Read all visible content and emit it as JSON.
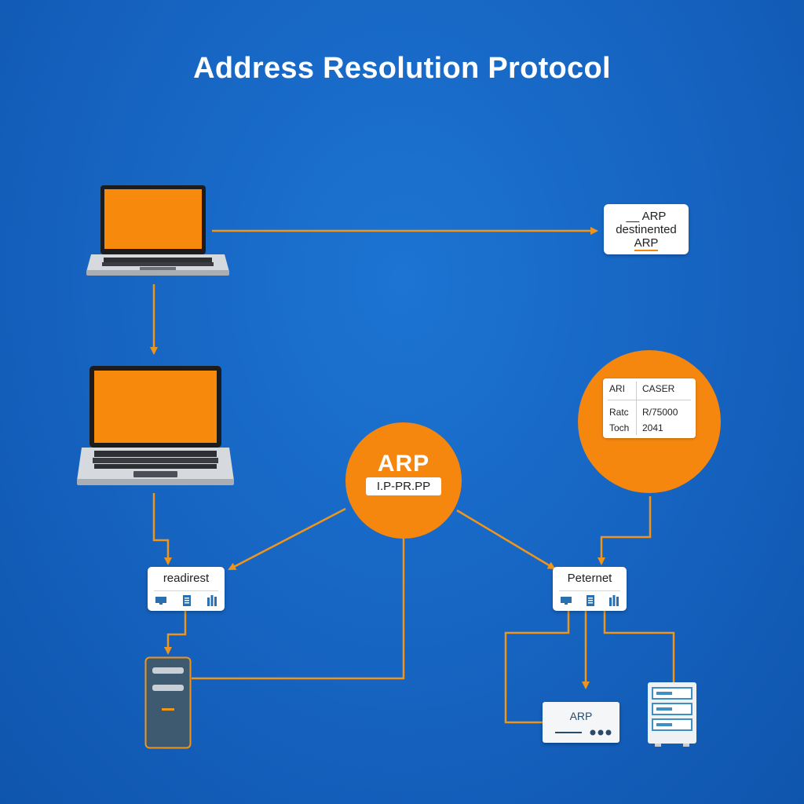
{
  "title": "Address Resolution Protocol",
  "arp_card": {
    "line1": "__ ARP",
    "line2": "destinented",
    "line3": "ARP"
  },
  "arp_circle": {
    "label": "ARP",
    "chip": "I.P-PR.PP"
  },
  "cache_table": {
    "header": [
      "ARI",
      "CASER"
    ],
    "rows": [
      [
        "Ratc",
        "R/75000"
      ],
      [
        "Toch",
        "2041"
      ]
    ]
  },
  "switch_left": {
    "label": "readirest"
  },
  "switch_right": {
    "label": "Peternet"
  },
  "router": {
    "label": "ARP"
  },
  "icons": {
    "laptop": "laptop-icon",
    "tower": "server-tower-icon",
    "rack": "server-rack-icon",
    "router": "router-icon",
    "monitor": "monitor-icon",
    "document": "document-icon",
    "bars": "bars-icon"
  },
  "colors": {
    "background": "#1766c4",
    "accent": "#f5870f",
    "wire": "#f0951c",
    "card": "#ffffff"
  }
}
